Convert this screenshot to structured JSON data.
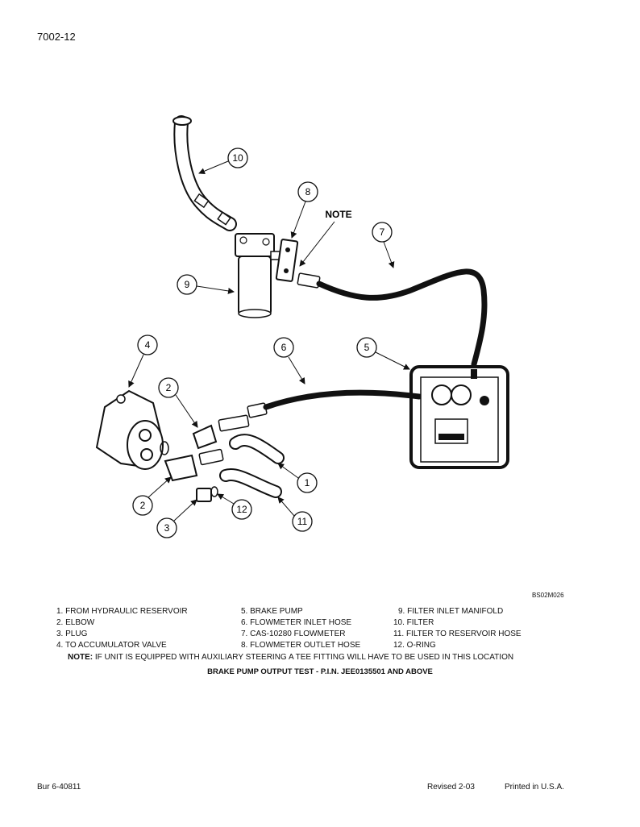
{
  "header": {
    "page_number": "7002-12"
  },
  "diagram": {
    "callouts": [
      "1",
      "2",
      "2",
      "3",
      "4",
      "5",
      "6",
      "7",
      "8",
      "9",
      "10",
      "11",
      "12"
    ],
    "note_label": "NOTE",
    "figure_code": "BS02M026"
  },
  "legend": {
    "items": [
      "1. FROM HYDRAULIC RESERVOIR",
      "2. ELBOW",
      "3. PLUG",
      "4. TO ACCUMULATOR VALVE",
      "5. BRAKE PUMP",
      "6. FLOWMETER INLET HOSE",
      "7. CAS-10280 FLOWMETER",
      "8. FLOWMETER OUTLET HOSE",
      "9. FILTER INLET MANIFOLD",
      "10. FILTER",
      "11. FILTER TO RESERVOIR HOSE",
      "12. O-RING"
    ],
    "note_label": "NOTE:",
    "note_text": " IF UNIT IS EQUIPPED WITH AUXILIARY STEERING A TEE FITTING WILL HAVE TO BE USED IN THIS LOCATION"
  },
  "caption": "BRAKE PUMP OUTPUT TEST - P.I.N. JEE0135501 AND ABOVE",
  "footer": {
    "left": "Bur 6-40811",
    "revised": "Revised 2-03",
    "printed": "Printed in U.S.A."
  }
}
